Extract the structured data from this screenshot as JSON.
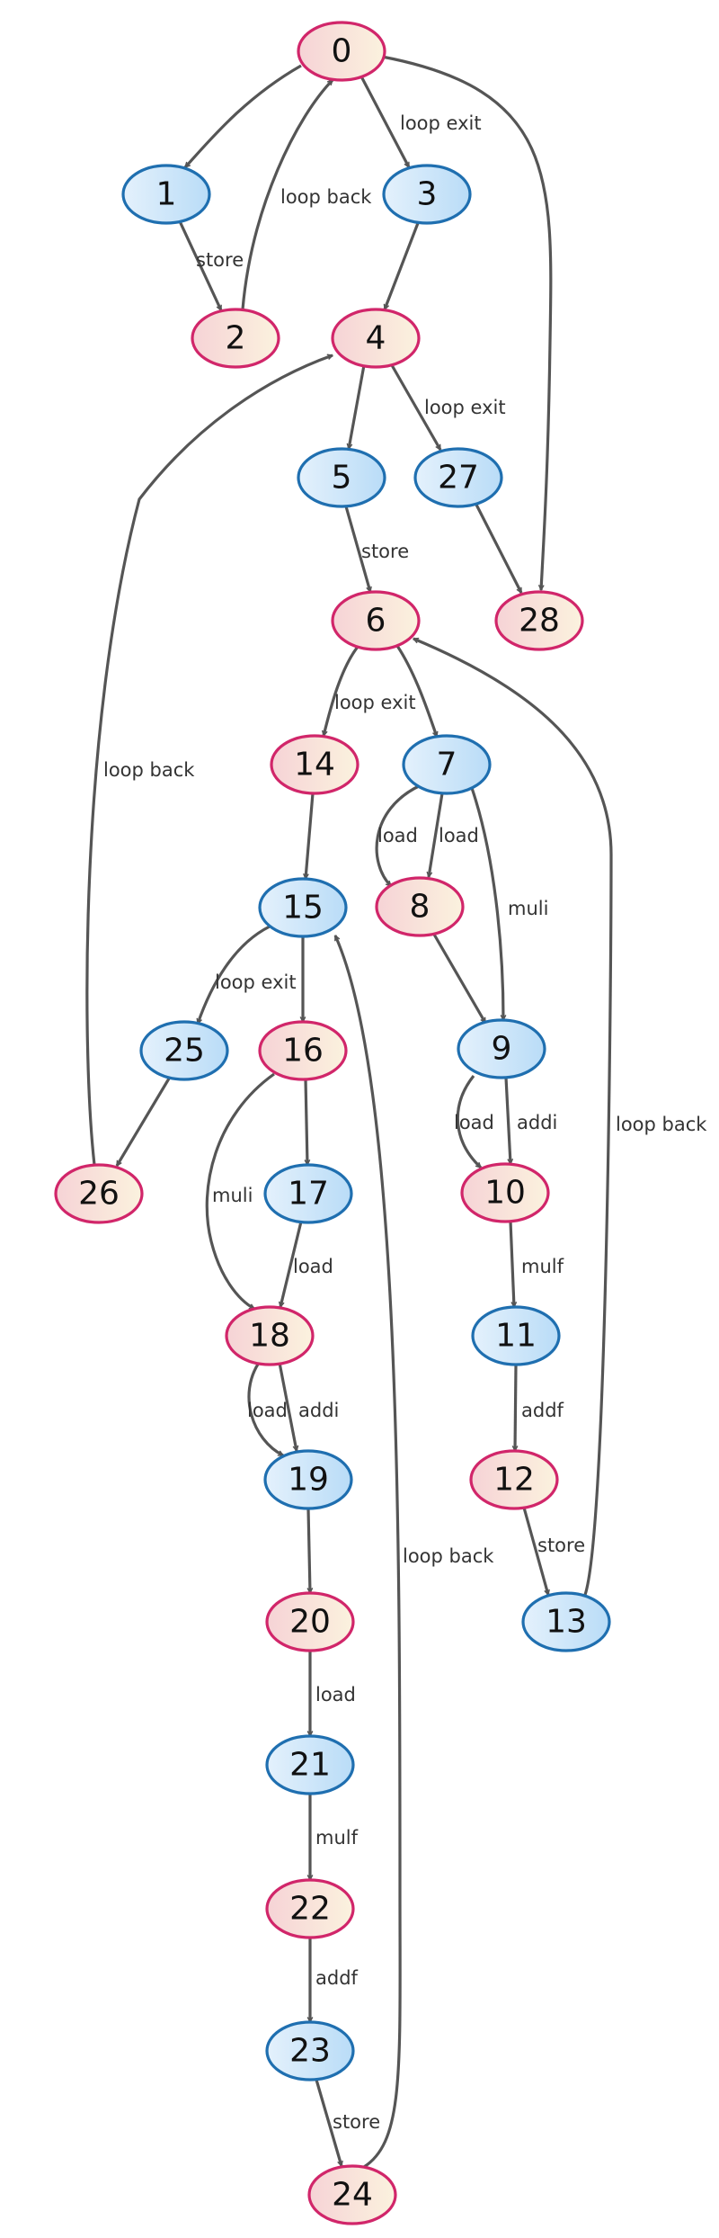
{
  "colors": {
    "pink_fill_light": "#fbf2de",
    "pink_fill_dark": "#f6d3d6",
    "pink_stroke": "#d1266a",
    "blue_fill_light": "#e4f1fc",
    "blue_fill_dark": "#b9dcf7",
    "blue_stroke": "#1f6fb0",
    "edge": "#555555"
  },
  "nodes": [
    {
      "id": "0",
      "label": "0",
      "kind": "pink"
    },
    {
      "id": "1",
      "label": "1",
      "kind": "blue"
    },
    {
      "id": "2",
      "label": "2",
      "kind": "pink"
    },
    {
      "id": "3",
      "label": "3",
      "kind": "blue"
    },
    {
      "id": "4",
      "label": "4",
      "kind": "pink"
    },
    {
      "id": "5",
      "label": "5",
      "kind": "blue"
    },
    {
      "id": "27",
      "label": "27",
      "kind": "blue"
    },
    {
      "id": "28",
      "label": "28",
      "kind": "pink"
    },
    {
      "id": "6",
      "label": "6",
      "kind": "pink"
    },
    {
      "id": "14",
      "label": "14",
      "kind": "pink"
    },
    {
      "id": "7",
      "label": "7",
      "kind": "blue"
    },
    {
      "id": "15",
      "label": "15",
      "kind": "blue"
    },
    {
      "id": "8",
      "label": "8",
      "kind": "pink"
    },
    {
      "id": "25",
      "label": "25",
      "kind": "blue"
    },
    {
      "id": "16",
      "label": "16",
      "kind": "pink"
    },
    {
      "id": "9",
      "label": "9",
      "kind": "blue"
    },
    {
      "id": "26",
      "label": "26",
      "kind": "pink"
    },
    {
      "id": "17",
      "label": "17",
      "kind": "blue"
    },
    {
      "id": "10",
      "label": "10",
      "kind": "pink"
    },
    {
      "id": "18",
      "label": "18",
      "kind": "pink"
    },
    {
      "id": "11",
      "label": "11",
      "kind": "blue"
    },
    {
      "id": "19",
      "label": "19",
      "kind": "blue"
    },
    {
      "id": "12",
      "label": "12",
      "kind": "pink"
    },
    {
      "id": "20",
      "label": "20",
      "kind": "pink"
    },
    {
      "id": "13",
      "label": "13",
      "kind": "blue"
    },
    {
      "id": "21",
      "label": "21",
      "kind": "blue"
    },
    {
      "id": "22",
      "label": "22",
      "kind": "pink"
    },
    {
      "id": "23",
      "label": "23",
      "kind": "blue"
    },
    {
      "id": "24",
      "label": "24",
      "kind": "pink"
    }
  ],
  "edges": [
    {
      "from": "0",
      "to": "1",
      "label": ""
    },
    {
      "from": "0",
      "to": "3",
      "label": "loop exit"
    },
    {
      "from": "0",
      "to": "28",
      "label": ""
    },
    {
      "from": "1",
      "to": "2",
      "label": "store"
    },
    {
      "from": "2",
      "to": "0",
      "label": "loop back"
    },
    {
      "from": "3",
      "to": "4",
      "label": ""
    },
    {
      "from": "4",
      "to": "5",
      "label": ""
    },
    {
      "from": "4",
      "to": "27",
      "label": "loop exit"
    },
    {
      "from": "5",
      "to": "6",
      "label": "store"
    },
    {
      "from": "27",
      "to": "28",
      "label": ""
    },
    {
      "from": "6",
      "to": "14",
      "label": "loop exit"
    },
    {
      "from": "6",
      "to": "7",
      "label": ""
    },
    {
      "from": "14",
      "to": "15",
      "label": ""
    },
    {
      "from": "7",
      "to": "8",
      "label": "load"
    },
    {
      "from": "7",
      "to": "8",
      "label": "load"
    },
    {
      "from": "7",
      "to": "9",
      "label": "muli"
    },
    {
      "from": "8",
      "to": "9",
      "label": ""
    },
    {
      "from": "15",
      "to": "25",
      "label": "loop exit"
    },
    {
      "from": "15",
      "to": "16",
      "label": ""
    },
    {
      "from": "25",
      "to": "26",
      "label": ""
    },
    {
      "from": "26",
      "to": "4",
      "label": "loop back"
    },
    {
      "from": "16",
      "to": "17",
      "label": ""
    },
    {
      "from": "16",
      "to": "18",
      "label": "muli"
    },
    {
      "from": "17",
      "to": "18",
      "label": "load"
    },
    {
      "from": "9",
      "to": "10",
      "label": "load"
    },
    {
      "from": "9",
      "to": "10",
      "label": "addi"
    },
    {
      "from": "10",
      "to": "11",
      "label": "mulf"
    },
    {
      "from": "11",
      "to": "12",
      "label": "addf"
    },
    {
      "from": "12",
      "to": "13",
      "label": "store"
    },
    {
      "from": "13",
      "to": "6",
      "label": "loop back"
    },
    {
      "from": "18",
      "to": "19",
      "label": "load"
    },
    {
      "from": "18",
      "to": "19",
      "label": "addi"
    },
    {
      "from": "19",
      "to": "20",
      "label": ""
    },
    {
      "from": "20",
      "to": "21",
      "label": "load"
    },
    {
      "from": "21",
      "to": "22",
      "label": "mulf"
    },
    {
      "from": "22",
      "to": "23",
      "label": "addf"
    },
    {
      "from": "23",
      "to": "24",
      "label": "store"
    },
    {
      "from": "24",
      "to": "15",
      "label": "loop back"
    }
  ]
}
